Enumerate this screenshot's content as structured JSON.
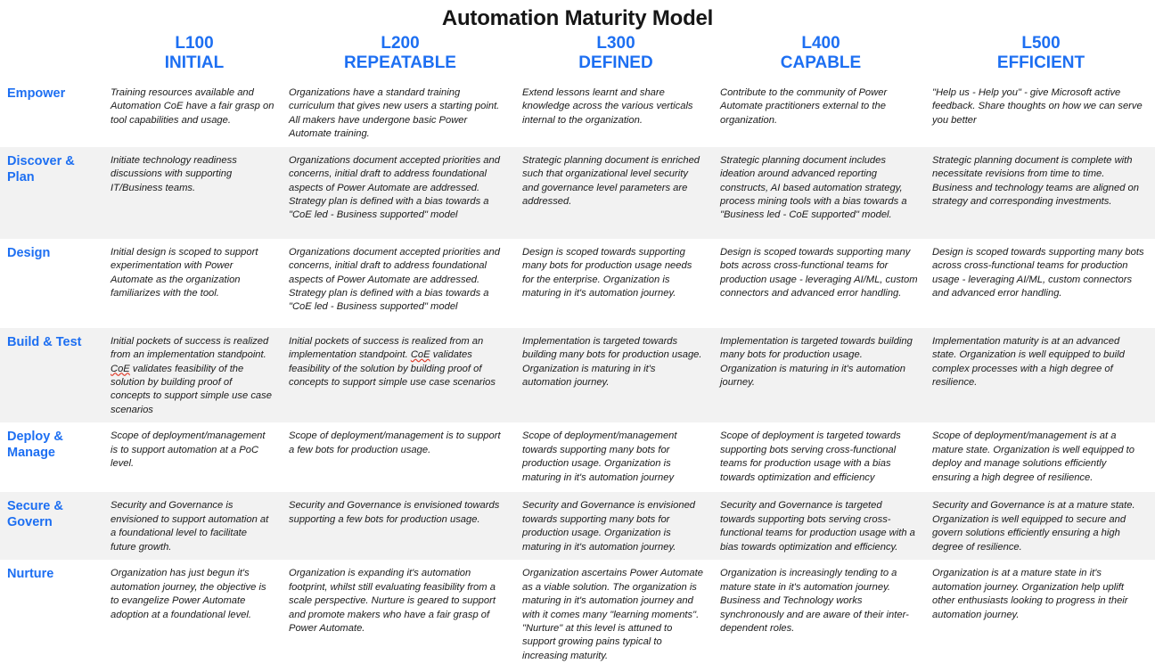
{
  "title": "Automation Maturity Model",
  "accent_color": "#1d6ff2",
  "band_color": "#f2f2f2",
  "levels": [
    {
      "code": "L100",
      "name": "INITIAL"
    },
    {
      "code": "L200",
      "name": "REPEATABLE"
    },
    {
      "code": "L300",
      "name": "DEFINED"
    },
    {
      "code": "L400",
      "name": "CAPABLE"
    },
    {
      "code": "L500",
      "name": "EFFICIENT"
    }
  ],
  "rows": [
    {
      "dimension": "Empower",
      "banded": false,
      "cells": [
        "Training resources available and Automation CoE have a fair grasp on tool capabilities and usage.",
        "Organizations have a standard training curriculum that gives new users a starting point. All makers have undergone basic Power Automate training.",
        "Extend lessons learnt and share knowledge across the various verticals internal to the organization.",
        "Contribute to the community of Power Automate practitioners external to the organization.",
        "\"Help us - Help you\" - give Microsoft active feedback. Share thoughts on how we can serve you better"
      ]
    },
    {
      "dimension": "Discover & Plan",
      "banded": true,
      "cells": [
        "Initiate technology readiness discussions with supporting IT/Business teams.",
        "Organizations document accepted priorities and concerns, initial draft to address foundational aspects of Power Automate are addressed. Strategy plan is defined with a bias towards a \"CoE led - Business supported\" model",
        "Strategic planning document is enriched such that organizational level security and governance level parameters are addressed.",
        "Strategic planning document includes ideation around advanced reporting constructs, AI based automation strategy, process mining tools with a bias towards a \"Business led - CoE supported\" model.",
        "Strategic planning document is complete with necessitate revisions from time to time. Business and technology teams are aligned on strategy and corresponding investments."
      ]
    },
    {
      "dimension": "Design",
      "banded": false,
      "cells": [
        "Initial design is scoped to support experimentation with Power Automate as the organization familiarizes with the tool.",
        "Organizations document accepted priorities and concerns, initial draft to address foundational aspects of Power Automate are addressed. Strategy plan is defined with a bias towards a \"CoE led - Business supported\" model",
        "Design is scoped towards supporting many bots for production usage needs for the enterprise. Organization is maturing in it's automation journey.",
        "Design is scoped towards supporting many bots across cross-functional teams for production usage - leveraging AI/ML, custom connectors and advanced error handling.",
        "Design is scoped towards supporting many bots across cross-functional teams for production usage - leveraging AI/ML, custom connectors and advanced error handling."
      ]
    },
    {
      "dimension": "Build & Test",
      "banded": true,
      "cells": [
        "Initial pockets of success is realized from an implementation standpoint. CoE validates feasibility of the solution by building proof of concepts to support simple use case scenarios",
        "Initial pockets of success is realized from an implementation standpoint. CoE validates feasibility of the solution by building proof of concepts to support simple use case scenarios",
        "Implementation is targeted towards building many bots for production usage. Organization is maturing in it's automation journey.",
        "Implementation is targeted towards building many bots for production usage. Organization is maturing in it's automation journey.",
        "Implementation maturity is at an advanced state. Organization is well equipped to build complex processes with a high degree of resilience."
      ]
    },
    {
      "dimension": "Deploy & Manage",
      "banded": false,
      "cells": [
        "Scope of deployment/management is to support automation at a PoC level.",
        "Scope of deployment/management is to support a few bots for production usage.",
        "Scope of deployment/management towards supporting many bots for production usage. Organization is maturing in it's automation journey",
        "Scope of deployment is targeted towards supporting bots serving cross-functional teams for production usage with a bias towards optimization and efficiency",
        "Scope of deployment/management is at a mature state. Organization is well equipped to deploy and manage solutions efficiently ensuring a high degree of resilience."
      ]
    },
    {
      "dimension": "Secure & Govern",
      "banded": true,
      "cells": [
        "Security and Governance is envisioned to support automation at a foundational level to facilitate future growth.",
        "Security and Governance is envisioned towards supporting a few bots for production usage.",
        "Security and Governance is envisioned towards supporting many bots for production usage. Organization is maturing in it's automation journey.",
        "Security and Governance is targeted towards supporting bots serving cross-functional teams for production usage with a bias towards optimization and efficiency.",
        "Security and Governance is at a mature state. Organization is well equipped to secure and govern solutions efficiently ensuring a high degree of resilience."
      ]
    },
    {
      "dimension": "Nurture",
      "banded": false,
      "cells": [
        "Organization has just begun it's automation journey, the objective is to evangelize Power Automate adoption at a foundational level.",
        "Organization is expanding it's automation footprint, whilst still evaluating feasibility from a scale perspective. Nurture is geared to support and promote makers who have a fair grasp of Power Automate.",
        "Organization ascertains Power Automate as a viable solution. The organization is maturing in it's automation journey and with it comes many \"learning moments\". \"Nurture\" at this level is attuned to support growing pains typical to increasing maturity.",
        "Organization is increasingly tending to a mature state in it's automation journey. Business and Technology works synchronously and are aware of their  inter-dependent roles.",
        "Organization is at a mature state in it's automation journey. Organization help uplift other enthusiasts looking to progress in their automation journey."
      ]
    }
  ]
}
